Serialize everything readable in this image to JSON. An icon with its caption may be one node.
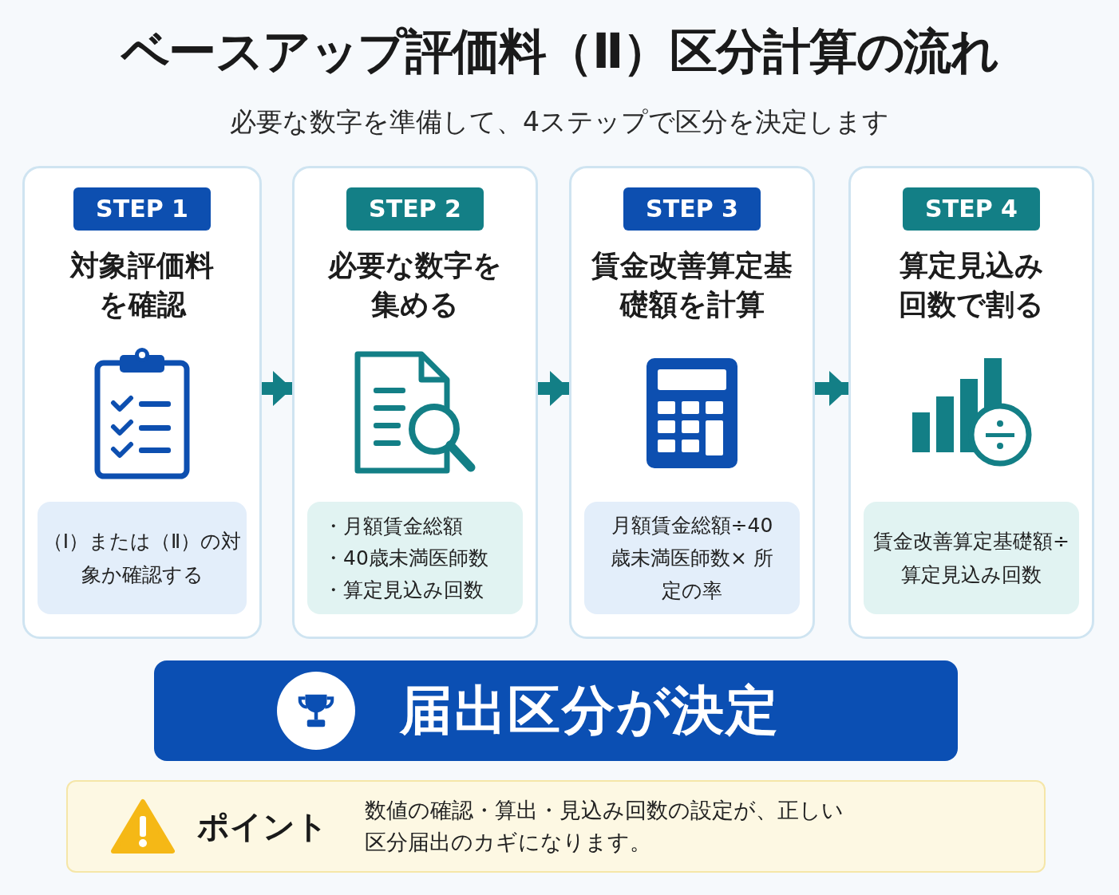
{
  "diagram": {
    "title": "ベースアップ評価料（Ⅱ）区分計算の流れ",
    "nodes": [
      {
        "text": [
          "STEP 1",
          "対象評価料を確認"
        ]
      },
      {
        "text": [
          "（Ⅰ）または（Ⅱ）の対象か確認する"
        ],
        "in": 0
      },
      {
        "text": [
          "STEP 2",
          "必要な数字を集める"
        ]
      },
      {
        "text": [
          "・月額賃金総額",
          "・40歳未満医師数",
          "・算定見込み回数"
        ],
        "in": 2
      },
      {
        "text": [
          "STEP 3",
          "賃金改善算定基礎額を計算"
        ]
      },
      {
        "text": [
          "月額賃金総額÷40歳未満医師数× 所定の率"
        ],
        "in": 4
      },
      {
        "text": [
          "STEP 4",
          "算定見込み回数で割る"
        ]
      },
      {
        "text": [
          "賃金改善算定基礎額÷算定見込み回数"
        ],
        "in": 6
      },
      {
        "text": [
          "届出区分が決定"
        ]
      },
      {
        "text": [
          "ポイント",
          "数値の確認・算出・見込み回数の設定が、正しい区分届出のカギになります。"
        ]
      }
    ],
    "edges": [
      {
        "from": 0,
        "to": 2,
        "arrow": "to"
      },
      {
        "from": 2,
        "to": 4,
        "arrow": "to"
      },
      {
        "from": 4,
        "to": 6,
        "arrow": "to"
      }
    ],
    "labels": [
      "必要な数字を準備して、4ステップで区分を決定します"
    ]
  }
}
